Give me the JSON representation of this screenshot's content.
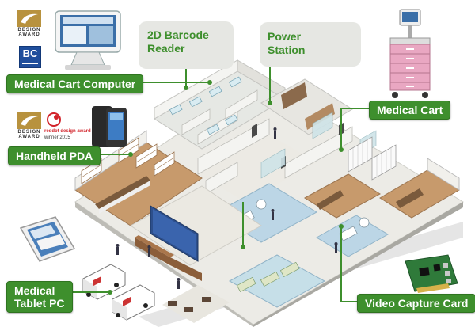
{
  "labels": {
    "medical_cart_computer": "Medical Cart Computer",
    "barcode_reader": "2D Barcode\nReader",
    "power_station": "Power\nStation",
    "medical_cart": "Medical Cart",
    "handheld_pda": "Handheld PDA",
    "medical_tablet_pc": "Medical\nTablet PC",
    "video_capture_card": "Video Capture Card"
  },
  "awards": {
    "design_award_1": "DESIGN\nAWARD",
    "bc_badge": "BC",
    "design_award_2": "DESIGN\nAWARD",
    "reddot_brand": "reddot design award",
    "reddot_winner": "winner 2015"
  },
  "colors": {
    "brand_green": "#3e8f2d",
    "callout_bg": "#e6e7e3",
    "floor_wood": "#c79a6c",
    "floor_blue": "#bcd6e6",
    "wall": "#f1f0ec",
    "cart_pink": "#e9a7c2"
  }
}
